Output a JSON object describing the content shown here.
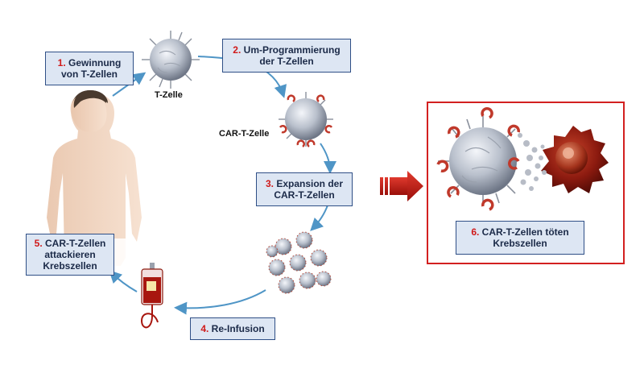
{
  "steps": [
    {
      "num": "1.",
      "line1": "Gewinnung",
      "line2": "von T-Zellen"
    },
    {
      "num": "2.",
      "line1": "Um-Programmierung",
      "line2": "der T-Zellen"
    },
    {
      "num": "3.",
      "line1": "Expansion der",
      "line2": "CAR-T-Zellen"
    },
    {
      "num": "4.",
      "line1": "Re-Infusion",
      "line2": ""
    },
    {
      "num": "5.",
      "line1": "CAR-T-Zellen",
      "line2": "attackieren",
      "line3": "Krebszellen"
    },
    {
      "num": "6.",
      "line1": "CAR-T-Zellen töten",
      "line2": "Krebszellen"
    }
  ],
  "labels": {
    "t_cell": "T-Zelle",
    "car_t_cell": "CAR-T-Zelle"
  },
  "colors": {
    "box_fill": "#dde6f3",
    "box_border": "#2f4f86",
    "step_number": "#d01a1a",
    "arrow": "#4f95c6",
    "big_arrow": "#c01818",
    "frame": "#d32020",
    "cancer_cell": "#8b1a0f",
    "t_cell": "#b9c0cc"
  },
  "icons": [
    "human-silhouette-icon",
    "t-cell-icon",
    "car-t-cell-icon",
    "cell-cluster-icon",
    "infusion-bag-icon",
    "cancer-cell-icon",
    "big-right-arrow-icon"
  ]
}
